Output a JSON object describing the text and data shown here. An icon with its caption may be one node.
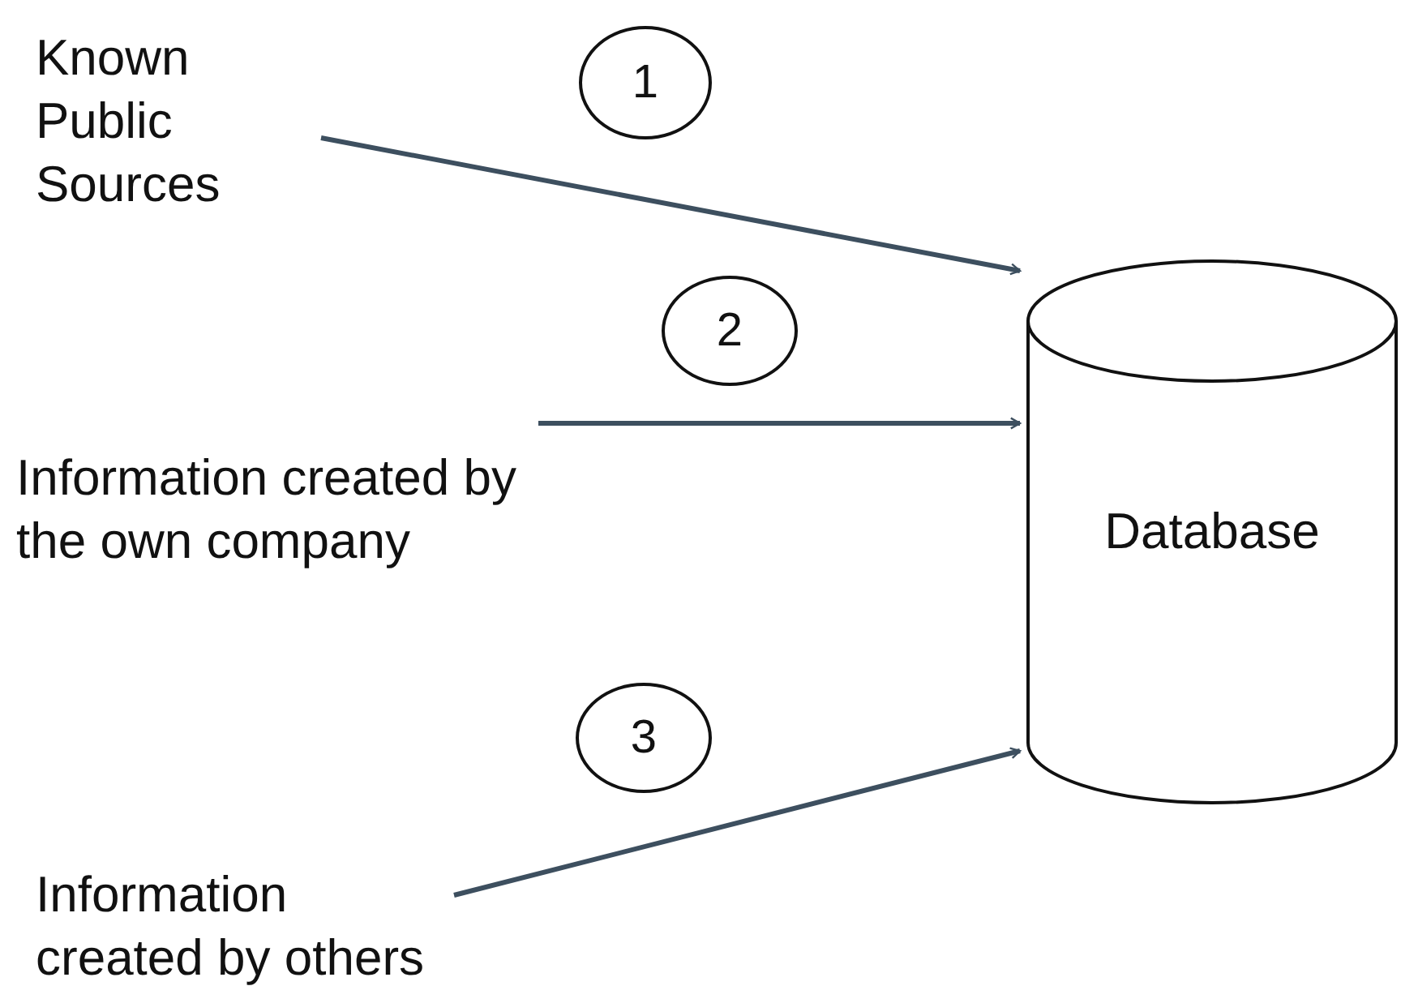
{
  "diagram": {
    "nodes": [
      {
        "text": [
          "Known Public Sources"
        ]
      },
      {
        "text": [
          "1"
        ]
      },
      {
        "text": [
          "2"
        ]
      },
      {
        "text": [
          "Information created by the own company"
        ]
      },
      {
        "text": [
          "Database"
        ]
      },
      {
        "text": [
          "3"
        ]
      },
      {
        "text": [
          "Information created by others"
        ]
      }
    ],
    "edges": [
      {
        "from": 0,
        "to": 4,
        "arrow": "to"
      },
      {
        "from": 3,
        "to": 4,
        "arrow": "to"
      },
      {
        "from": 6,
        "to": 4,
        "arrow": "to"
      }
    ]
  }
}
